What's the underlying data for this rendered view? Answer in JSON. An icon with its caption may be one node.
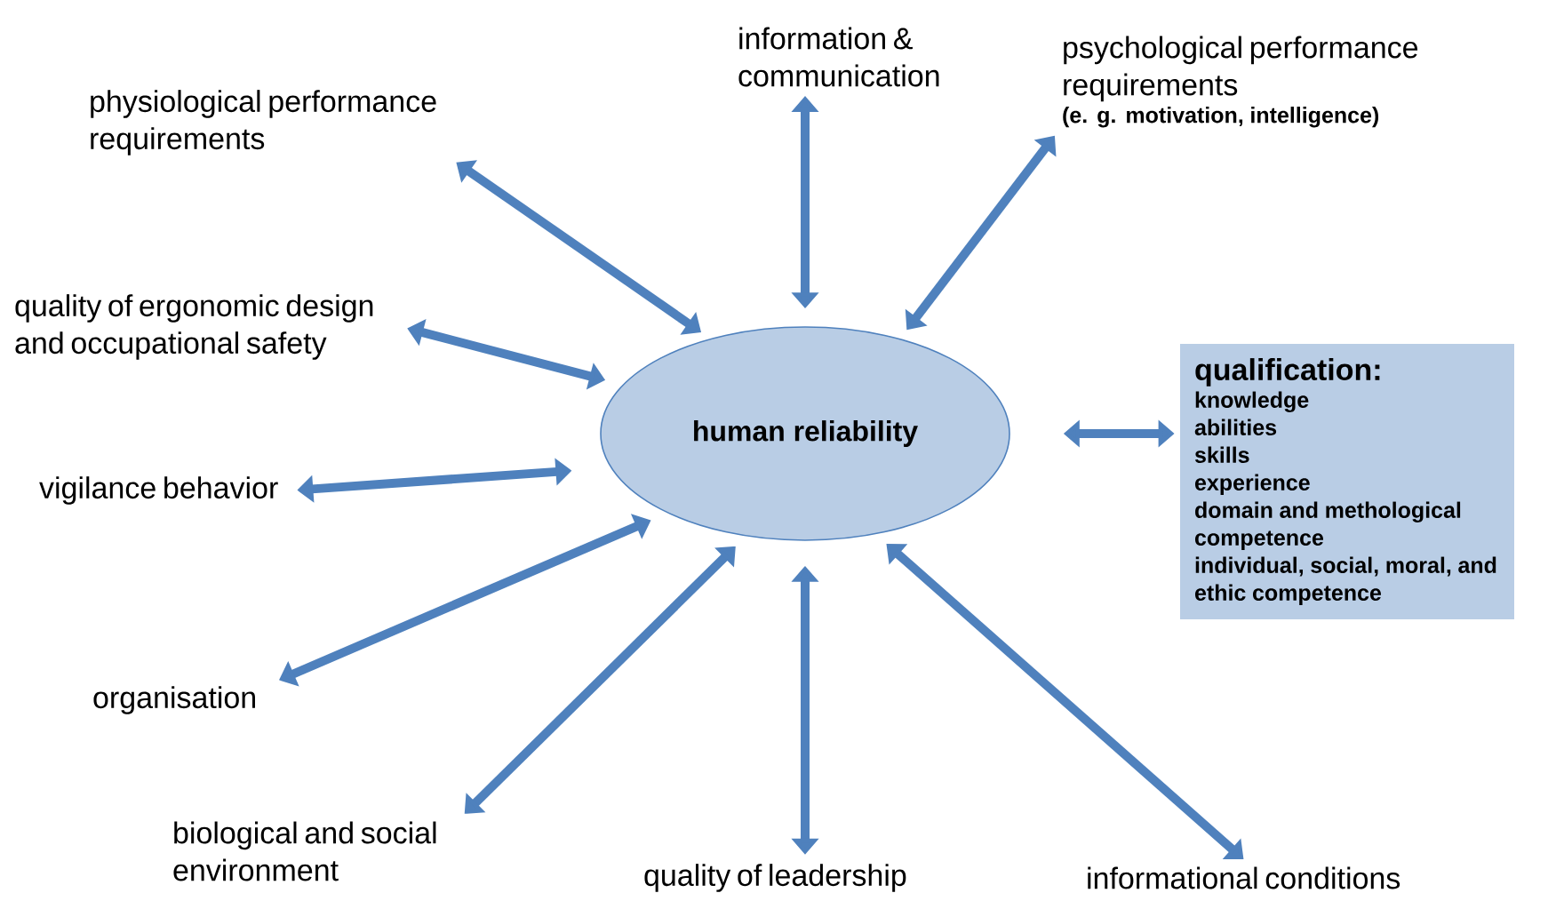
{
  "diagram": {
    "nodes": [
      {
        "text": [
          "human reliability"
        ]
      },
      {
        "text": [
          "physiological performance requirements"
        ]
      },
      {
        "text": [
          "information & communication"
        ]
      },
      {
        "text": [
          "psychological performance requirements",
          "(e. g. motivation, intelligence)"
        ]
      },
      {
        "text": [
          "quality of ergonomic design and occupational safety"
        ]
      },
      {
        "text": [
          "qualification:",
          "knowledge",
          "abilities",
          "skills",
          "experience",
          "domain and methological competence",
          "individual, social, moral, and ethic competence"
        ]
      },
      {
        "text": [
          "vigilance behavior"
        ]
      },
      {
        "text": [
          "organisation"
        ]
      },
      {
        "text": [
          "biological and social environment"
        ]
      },
      {
        "text": [
          "quality of leadership"
        ]
      },
      {
        "text": [
          "informational conditions"
        ]
      }
    ],
    "edges": [
      {
        "from": 0,
        "to": 1,
        "arrow": "both"
      },
      {
        "from": 0,
        "to": 2,
        "arrow": "both"
      },
      {
        "from": 0,
        "to": 3,
        "arrow": "both"
      },
      {
        "from": 0,
        "to": 4,
        "arrow": "both"
      },
      {
        "from": 0,
        "to": 5,
        "arrow": "both"
      },
      {
        "from": 0,
        "to": 6,
        "arrow": "both"
      },
      {
        "from": 0,
        "to": 7,
        "arrow": "both"
      },
      {
        "from": 0,
        "to": 8,
        "arrow": "both"
      },
      {
        "from": 0,
        "to": 9,
        "arrow": "both"
      },
      {
        "from": 0,
        "to": 10,
        "arrow": "both"
      }
    ]
  }
}
